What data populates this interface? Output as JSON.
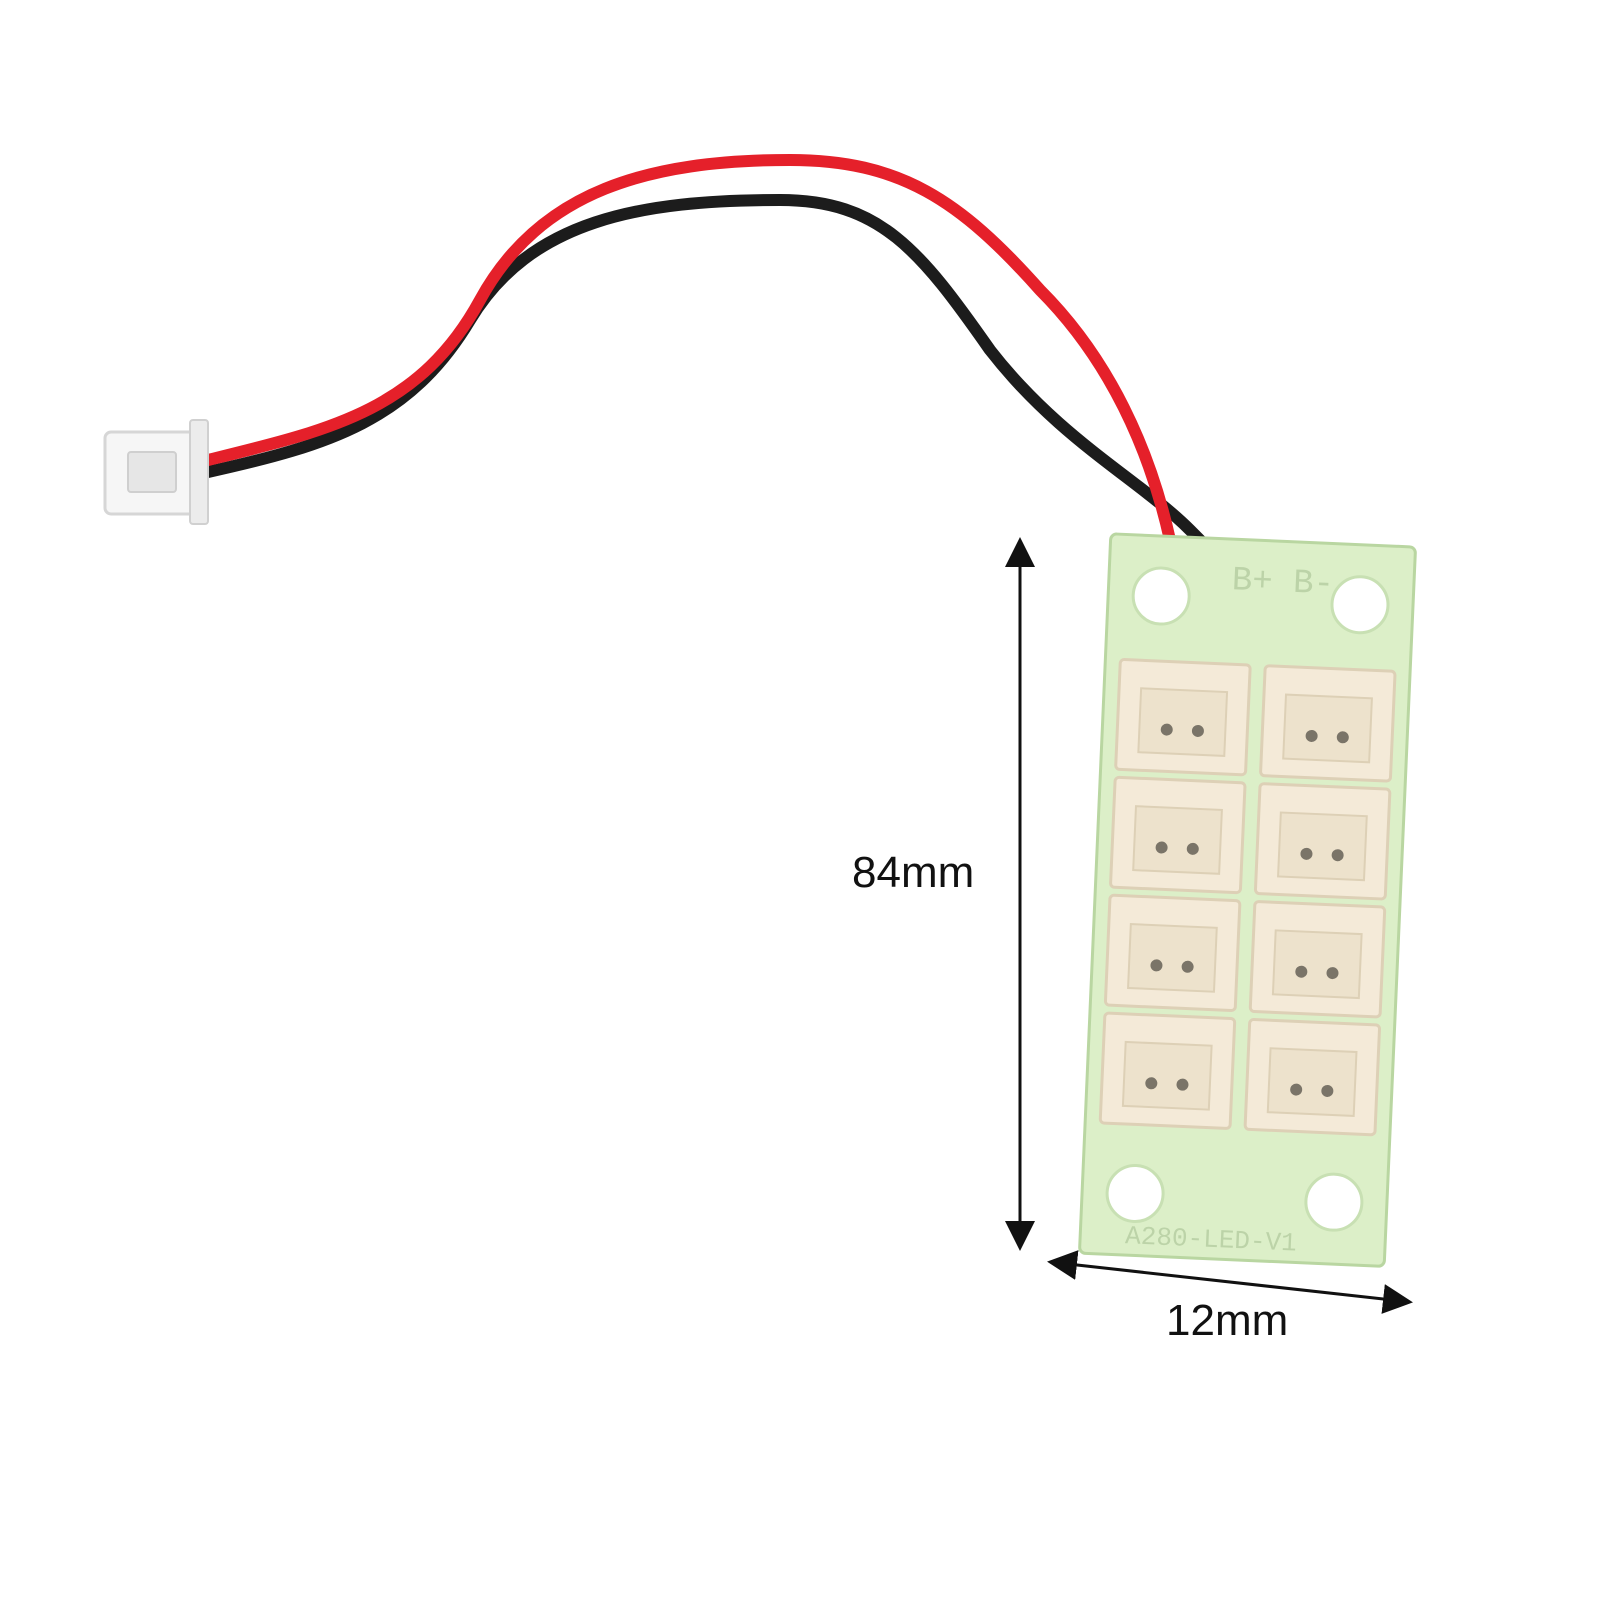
{
  "product": {
    "board_marking_top": "B+ B-",
    "board_marking_bottom": "A280-LED-V1",
    "connector_rows": 4,
    "connector_cols": 2
  },
  "dimensions": {
    "height_label": "84mm",
    "width_label": "12mm"
  },
  "colors": {
    "background": "#ffffff",
    "pcb": "#dcefc8",
    "pcb_edge": "#b9d6a1",
    "wire_red": "#e5202a",
    "wire_black": "#1c1c1c",
    "connector": "#f4ead8",
    "connector_shade": "#ddd0b6",
    "arrow": "#111111"
  },
  "icons": {
    "plug": "jst-plug-icon",
    "arrow_vertical": "double-arrow-vertical",
    "arrow_horizontal": "double-arrow-horizontal"
  }
}
